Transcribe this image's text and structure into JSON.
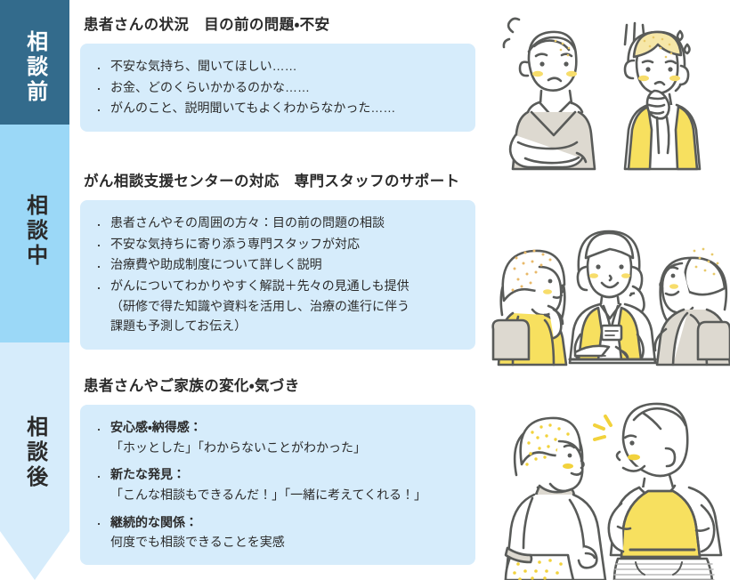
{
  "phases": [
    {
      "label": "相談前",
      "color": "#336b8c",
      "text_color": "#ffffff"
    },
    {
      "label": "相談中",
      "color": "#9bd8f7",
      "text_color": "#2b2b2b"
    },
    {
      "label": "相談後",
      "color": "#d6ecfb",
      "text_color": "#2b2b2b"
    }
  ],
  "sections": [
    {
      "heading": "患者さんの状況　目の前の問題・不安",
      "bullets": [
        {
          "text": "不安な気持ち、聞いてほしい……"
        },
        {
          "text": "お金、どのくらいかかるのかな……"
        },
        {
          "text": "がんのこと、説明聞いてもよくわからなかった……"
        }
      ]
    },
    {
      "heading": "がん相談支援センターの対応　専門スタッフのサポート",
      "bullets": [
        {
          "text": "患者さんやその周囲の方々：目の前の問題の相談"
        },
        {
          "text": "不安な気持ちに寄り添う専門スタッフが対応"
        },
        {
          "text": "治療費や助成制度について詳しく説明"
        },
        {
          "text": "がんについてわかりやすく解説＋先々の見通しも提供",
          "cont1": "（研修で得た知識や資料を活用し、治療の進行に伴う",
          "cont2": "課題も予測してお伝え）"
        }
      ]
    },
    {
      "heading": "患者さんやご家族の変化・気づき",
      "bullets": [
        {
          "lead": "安心感・納得感：",
          "sub": "「ホッとした」「わからないことがわかった」"
        },
        {
          "lead": "新たな発見：",
          "sub": "「こんな相談もできるんだ！」「一緒に考えてくれる！」"
        },
        {
          "lead": "継続的な関係：",
          "sub": "何度でも相談できることを実感"
        }
      ]
    }
  ],
  "illustrations": [
    {
      "name": "worried-elderly-couple-illustration",
      "alt": "不安そうな高齢男性と女性"
    },
    {
      "name": "consultation-with-staff-illustration",
      "alt": "相談支援センターのスタッフと相談する様子"
    },
    {
      "name": "relieved-couple-talking-illustration",
      "alt": "安心して会話する夫婦"
    }
  ],
  "colors": {
    "dark_blue": "#336b8c",
    "mid_blue": "#9bd8f7",
    "light_blue": "#d6ecfb",
    "box_blue": "#d6ecfb",
    "ink": "#4d4d4d",
    "accent_yellow": "#f7e05f",
    "beige": "#ddd9d0"
  }
}
